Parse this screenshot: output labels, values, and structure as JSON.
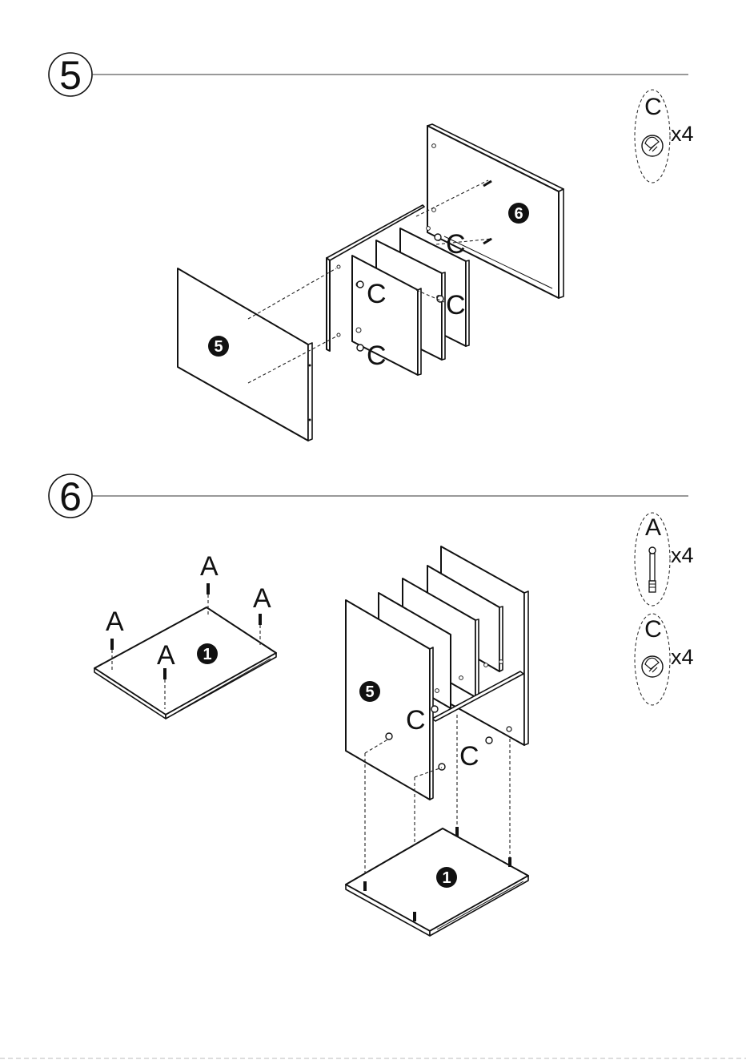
{
  "steps": [
    {
      "number": "5",
      "panel_badges": [
        "5",
        "6"
      ],
      "fitting_labels": [
        "C",
        "C",
        "C",
        "C"
      ],
      "parts": [
        {
          "label": "C",
          "count": "x4",
          "icon": "cam-lock-icon"
        }
      ]
    },
    {
      "number": "6",
      "panel_badges": [
        "1",
        "5",
        "1"
      ],
      "fitting_labels": [
        "A",
        "A",
        "A",
        "A",
        "C",
        "C"
      ],
      "parts": [
        {
          "label": "A",
          "count": "x4",
          "icon": "cam-bolt-icon"
        },
        {
          "label": "C",
          "count": "x4",
          "icon": "cam-lock-icon"
        }
      ]
    }
  ]
}
